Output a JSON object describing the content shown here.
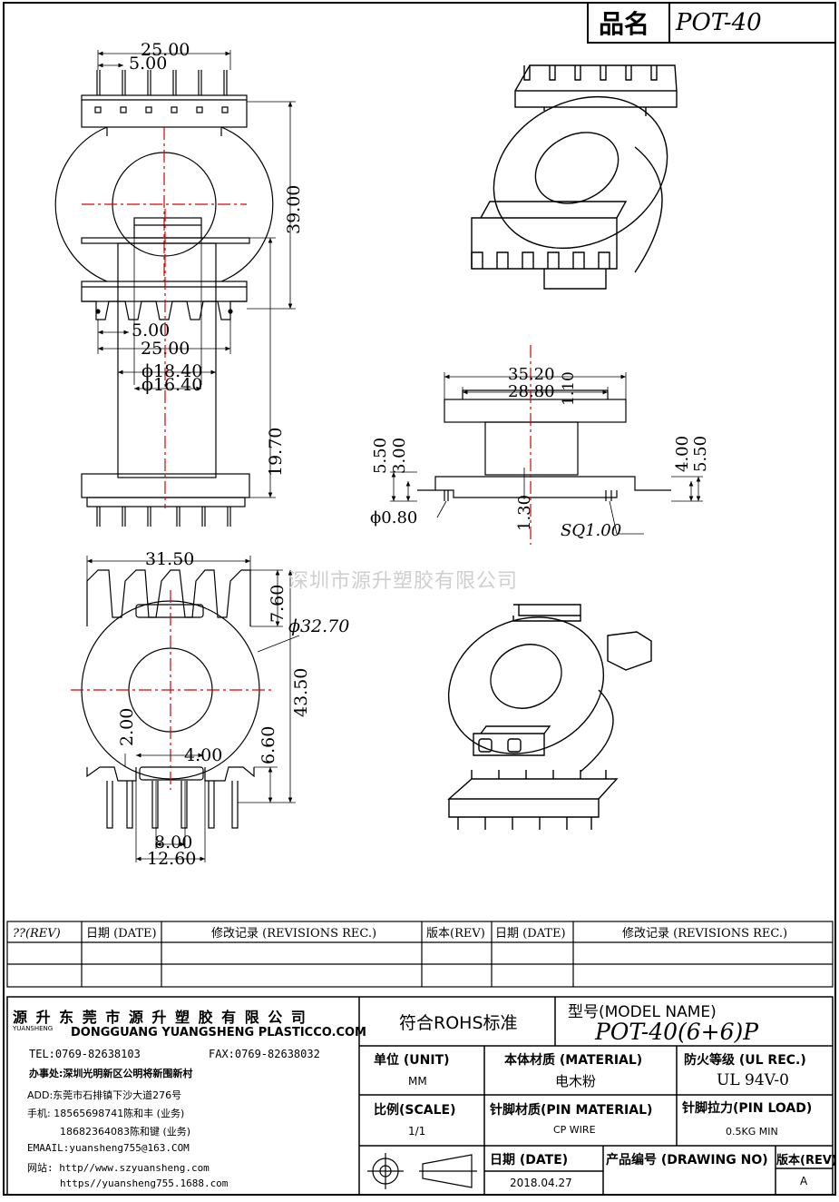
{
  "header": {
    "name_label": "品名",
    "name_value": "POT-40"
  },
  "dimensions": {
    "front_top_width": "25.00",
    "front_top_pitch": "5.00",
    "front_height": "39.00",
    "front_bottom_pitch": "5.00",
    "front_bottom_width": "25.00",
    "side_outer_dia": "ϕ18.40",
    "side_inner_dia": "ϕ16.40",
    "side_height": "19.70",
    "sec_flange_width": "35.20",
    "sec_inner_width": "28.80",
    "sec_flange_thick": "1.10",
    "sec_left_h1": "5.50",
    "sec_left_h2": "3.00",
    "sec_pin_dia": "ϕ0.80",
    "sec_center_offset": "1.30",
    "sec_right_h1": "4.00",
    "sec_right_h2": "5.50",
    "sec_pin_square": "SQ1.00",
    "bottom_width": "31.50",
    "bottom_top_h": "7.60",
    "bottom_dia": "ϕ32.70",
    "bottom_height": "43.50",
    "bottom_r": "2.00",
    "bottom_slot": "4.00",
    "bottom_low_h": "6.60",
    "bottom_pin_span": "8.00",
    "bottom_pin_outer": "12.60"
  },
  "watermark": "深圳市源升塑胶有限公司",
  "revisions": {
    "headers": [
      "??(REV)",
      "日期 (DATE)",
      "修改记录 (REVISIONS REC.)",
      "版本(REV)",
      "日期 (DATE)",
      "修改记录 (REVISIONS REC.)"
    ]
  },
  "company": {
    "name_cn": "源 升 东 莞 市 源 升 塑 胶 有 限 公 司",
    "logo_text": "YUANSHENG",
    "name_en": "DONGGUANG YUANGSHENG PLASTICCO.COM",
    "tel": "TEL:0769-82638103",
    "fax": "FAX:0769-82638032",
    "office": "办事处:深圳光明新区公明将新围新村",
    "add": "ADD:东莞市石排镇下沙大道276号",
    "phone1": "手机: 18565698741陈和丰  (业务)",
    "phone2": "18682364083陈和键  (业务)",
    "email": "EMAAIL:yuansheng755@163.COM",
    "site1": "网站: http//www.szyuansheng.com",
    "site2": "https//yuansheng755.1688.com"
  },
  "titleblock": {
    "rohs": "符合ROHS标准",
    "model_label": "型号(MODEL NAME)",
    "model_value": "POT-40(6+6)P",
    "unit_label": "单位 (UNIT)",
    "unit_value": "MM",
    "material_label": "本体材质 (MATERIAL)",
    "material_value": "电木粉",
    "ul_label": "防火等级 (UL REC.)",
    "ul_value": "UL 94V-0",
    "scale_label": "比例(SCALE)",
    "scale_value": "1/1",
    "pin_mat_label": "针脚材质(PIN MATERIAL)",
    "pin_mat_value": "CP WIRE",
    "pin_load_label": "针脚拉力(PIN LOAD)",
    "pin_load_value": "0.5KG MIN",
    "date_label": "日期 (DATE)",
    "date_value": "2018.04.27",
    "drawing_no_label": "产品编号 (DRAWING NO)",
    "rev_label": "版本(REV)",
    "rev_value": "A"
  }
}
